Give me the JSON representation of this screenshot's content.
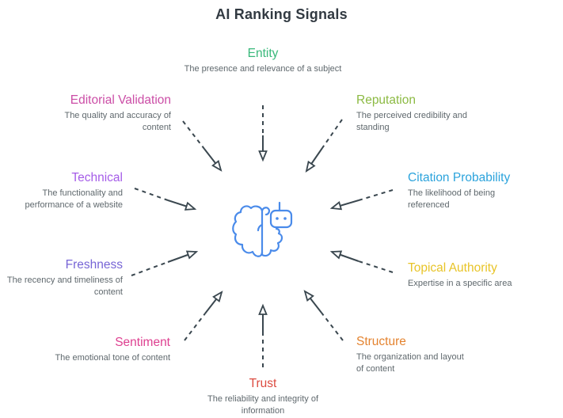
{
  "title": "AI Ranking Signals",
  "colors": {
    "title": "#323a42",
    "description": "#5f686d",
    "arrow": "#3a474f",
    "icon": "#4a8bea",
    "background": "#ffffff"
  },
  "center": {
    "icon": "brain-robot-icon"
  },
  "signals": [
    {
      "id": "entity",
      "name": "Entity",
      "description": "The presence and relevance of a subject",
      "color": "#38b87a",
      "position": "top"
    },
    {
      "id": "editorial-validation",
      "name": "Editorial Validation",
      "description": "The quality and accuracy of content",
      "color": "#cb4da6",
      "position": "top-left"
    },
    {
      "id": "reputation",
      "name": "Reputation",
      "description": "The perceived credibility and standing",
      "color": "#8cba43",
      "position": "top-right"
    },
    {
      "id": "technical",
      "name": "Technical",
      "description": "The functionality and performance of a website",
      "color": "#a55ce8",
      "position": "left"
    },
    {
      "id": "citation-probability",
      "name": "Citation Probability",
      "description": "The likelihood of being referenced",
      "color": "#2ba3dc",
      "position": "right"
    },
    {
      "id": "freshness",
      "name": "Freshness",
      "description": "The recency and timeliness of content",
      "color": "#7765d6",
      "position": "lower-left"
    },
    {
      "id": "topical-authority",
      "name": "Topical Authority",
      "description": "Expertise in a specific area",
      "color": "#e8c428",
      "position": "lower-right"
    },
    {
      "id": "sentiment",
      "name": "Sentiment",
      "description": "The emotional tone of content",
      "color": "#de4090",
      "position": "bottom-left"
    },
    {
      "id": "structure",
      "name": "Structure",
      "description": "The organization and layout of content",
      "color": "#e4832f",
      "position": "bottom-right"
    },
    {
      "id": "trust",
      "name": "Trust",
      "description": "The reliability and integrity of information",
      "color": "#dc4b40",
      "position": "bottom"
    }
  ]
}
